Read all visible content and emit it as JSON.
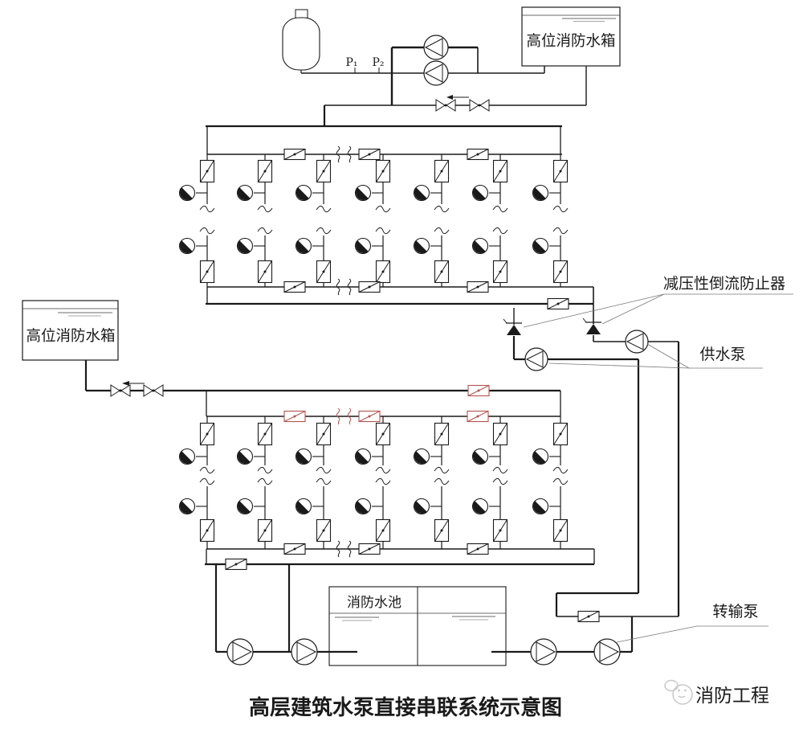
{
  "title": "高层建筑水泵直接串联系统示意图",
  "tanks": {
    "top_right": {
      "label": "高位消防水箱"
    },
    "left": {
      "label": "高位消防水箱"
    },
    "pool": {
      "label": "消防水池"
    }
  },
  "annotations": {
    "backflow_preventer": "减压性倒流防止器",
    "supply_pump": "供水泵",
    "transfer_pump": "转输泵"
  },
  "gauge_labels": {
    "p1": "P₁",
    "p2": "P₂"
  },
  "watermark": {
    "text": "消防工程"
  },
  "colors": {
    "line": "#1a1a1a",
    "accent_red": "#b0544e",
    "watermark": "#c9c9c9"
  }
}
